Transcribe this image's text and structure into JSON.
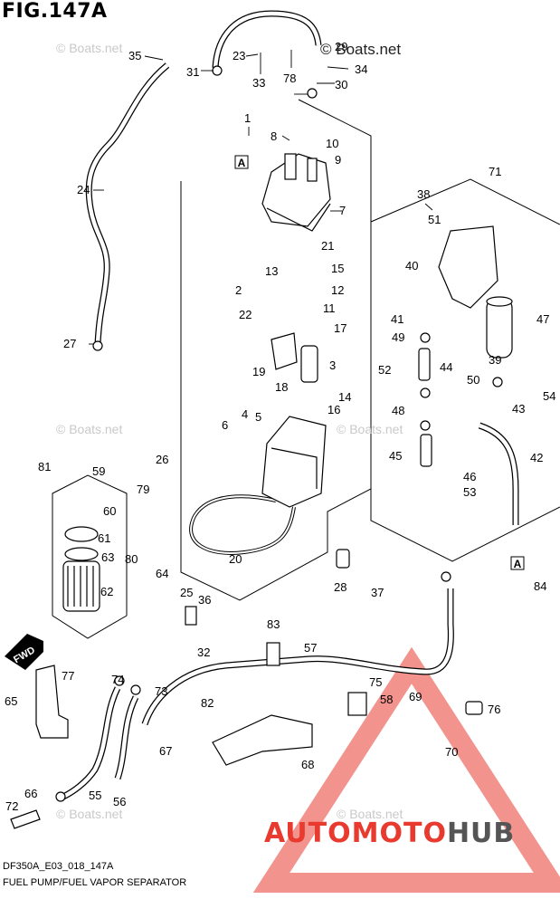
{
  "figure_title": "FIG.147A",
  "watermark_main": "© Boats.net",
  "watermark_faint": "© Boats.net",
  "footer": {
    "code": "DF350A_E03_018_147A",
    "caption": "FUEL PUMP/FUEL VAPOR SEPARATOR"
  },
  "brand": {
    "part1": "AUTOMOTO",
    "part2": "HUB"
  },
  "fwd_label": "FWD",
  "ref_marker": "A",
  "colors": {
    "line": "#000000",
    "brand_red": "#e83a2f",
    "brand_gray": "#555555",
    "watermark": "#c9c9c9"
  },
  "callouts": [
    "1",
    "2",
    "3",
    "4",
    "5",
    "6",
    "7",
    "8",
    "9",
    "10",
    "11",
    "12",
    "13",
    "14",
    "15",
    "16",
    "17",
    "18",
    "19",
    "20",
    "21",
    "22",
    "23",
    "24",
    "25",
    "26",
    "27",
    "28",
    "29",
    "30",
    "31",
    "32",
    "33",
    "34",
    "35",
    "36",
    "37",
    "38",
    "39",
    "40",
    "41",
    "42",
    "43",
    "44",
    "45",
    "46",
    "47",
    "48",
    "49",
    "50",
    "51",
    "52",
    "53",
    "54",
    "55",
    "56",
    "57",
    "58",
    "59",
    "60",
    "61",
    "62",
    "63",
    "64",
    "65",
    "66",
    "67",
    "68",
    "69",
    "70",
    "71",
    "72",
    "73",
    "74",
    "75",
    "76",
    "77",
    "78",
    "79",
    "80",
    "81",
    "82",
    "83",
    "84"
  ]
}
